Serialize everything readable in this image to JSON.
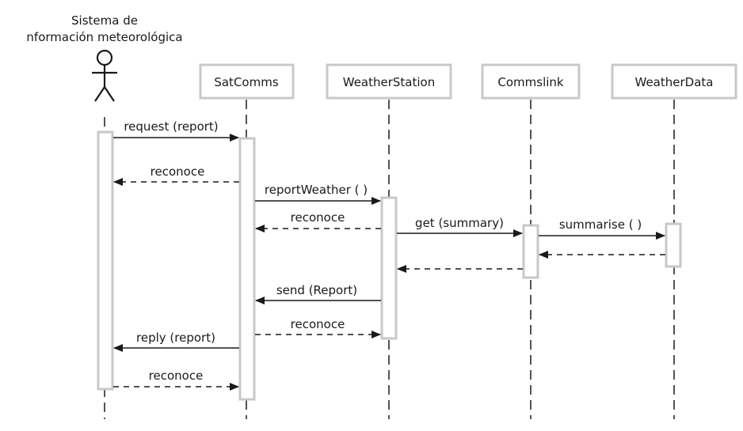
{
  "actor": {
    "line1": "Sistema de",
    "line2": "nformación meteorológica"
  },
  "objects": [
    {
      "key": "satcomms",
      "label": "SatComms"
    },
    {
      "key": "weatherstation",
      "label": "WeatherStation"
    },
    {
      "key": "commslink",
      "label": "Commslink"
    },
    {
      "key": "weatherdata",
      "label": "WeatherData"
    }
  ],
  "messages": [
    {
      "label": "request (report)",
      "type": "call"
    },
    {
      "label": "reconoce",
      "type": "return"
    },
    {
      "label": "reportWeather ( )",
      "type": "call"
    },
    {
      "label": "reconoce",
      "type": "return"
    },
    {
      "label": "get (summary)",
      "type": "call"
    },
    {
      "label": "summarise ( )",
      "type": "call"
    },
    {
      "label": "",
      "type": "return"
    },
    {
      "label": "",
      "type": "return"
    },
    {
      "label": "send (Report)",
      "type": "call"
    },
    {
      "label": "reconoce",
      "type": "return"
    },
    {
      "label": "reply (report)",
      "type": "call"
    },
    {
      "label": "reconoce",
      "type": "return"
    }
  ],
  "colors": {
    "box_stroke": "#c8c8c8",
    "line": "#1a1a1a",
    "text": "#1a1a1a"
  }
}
